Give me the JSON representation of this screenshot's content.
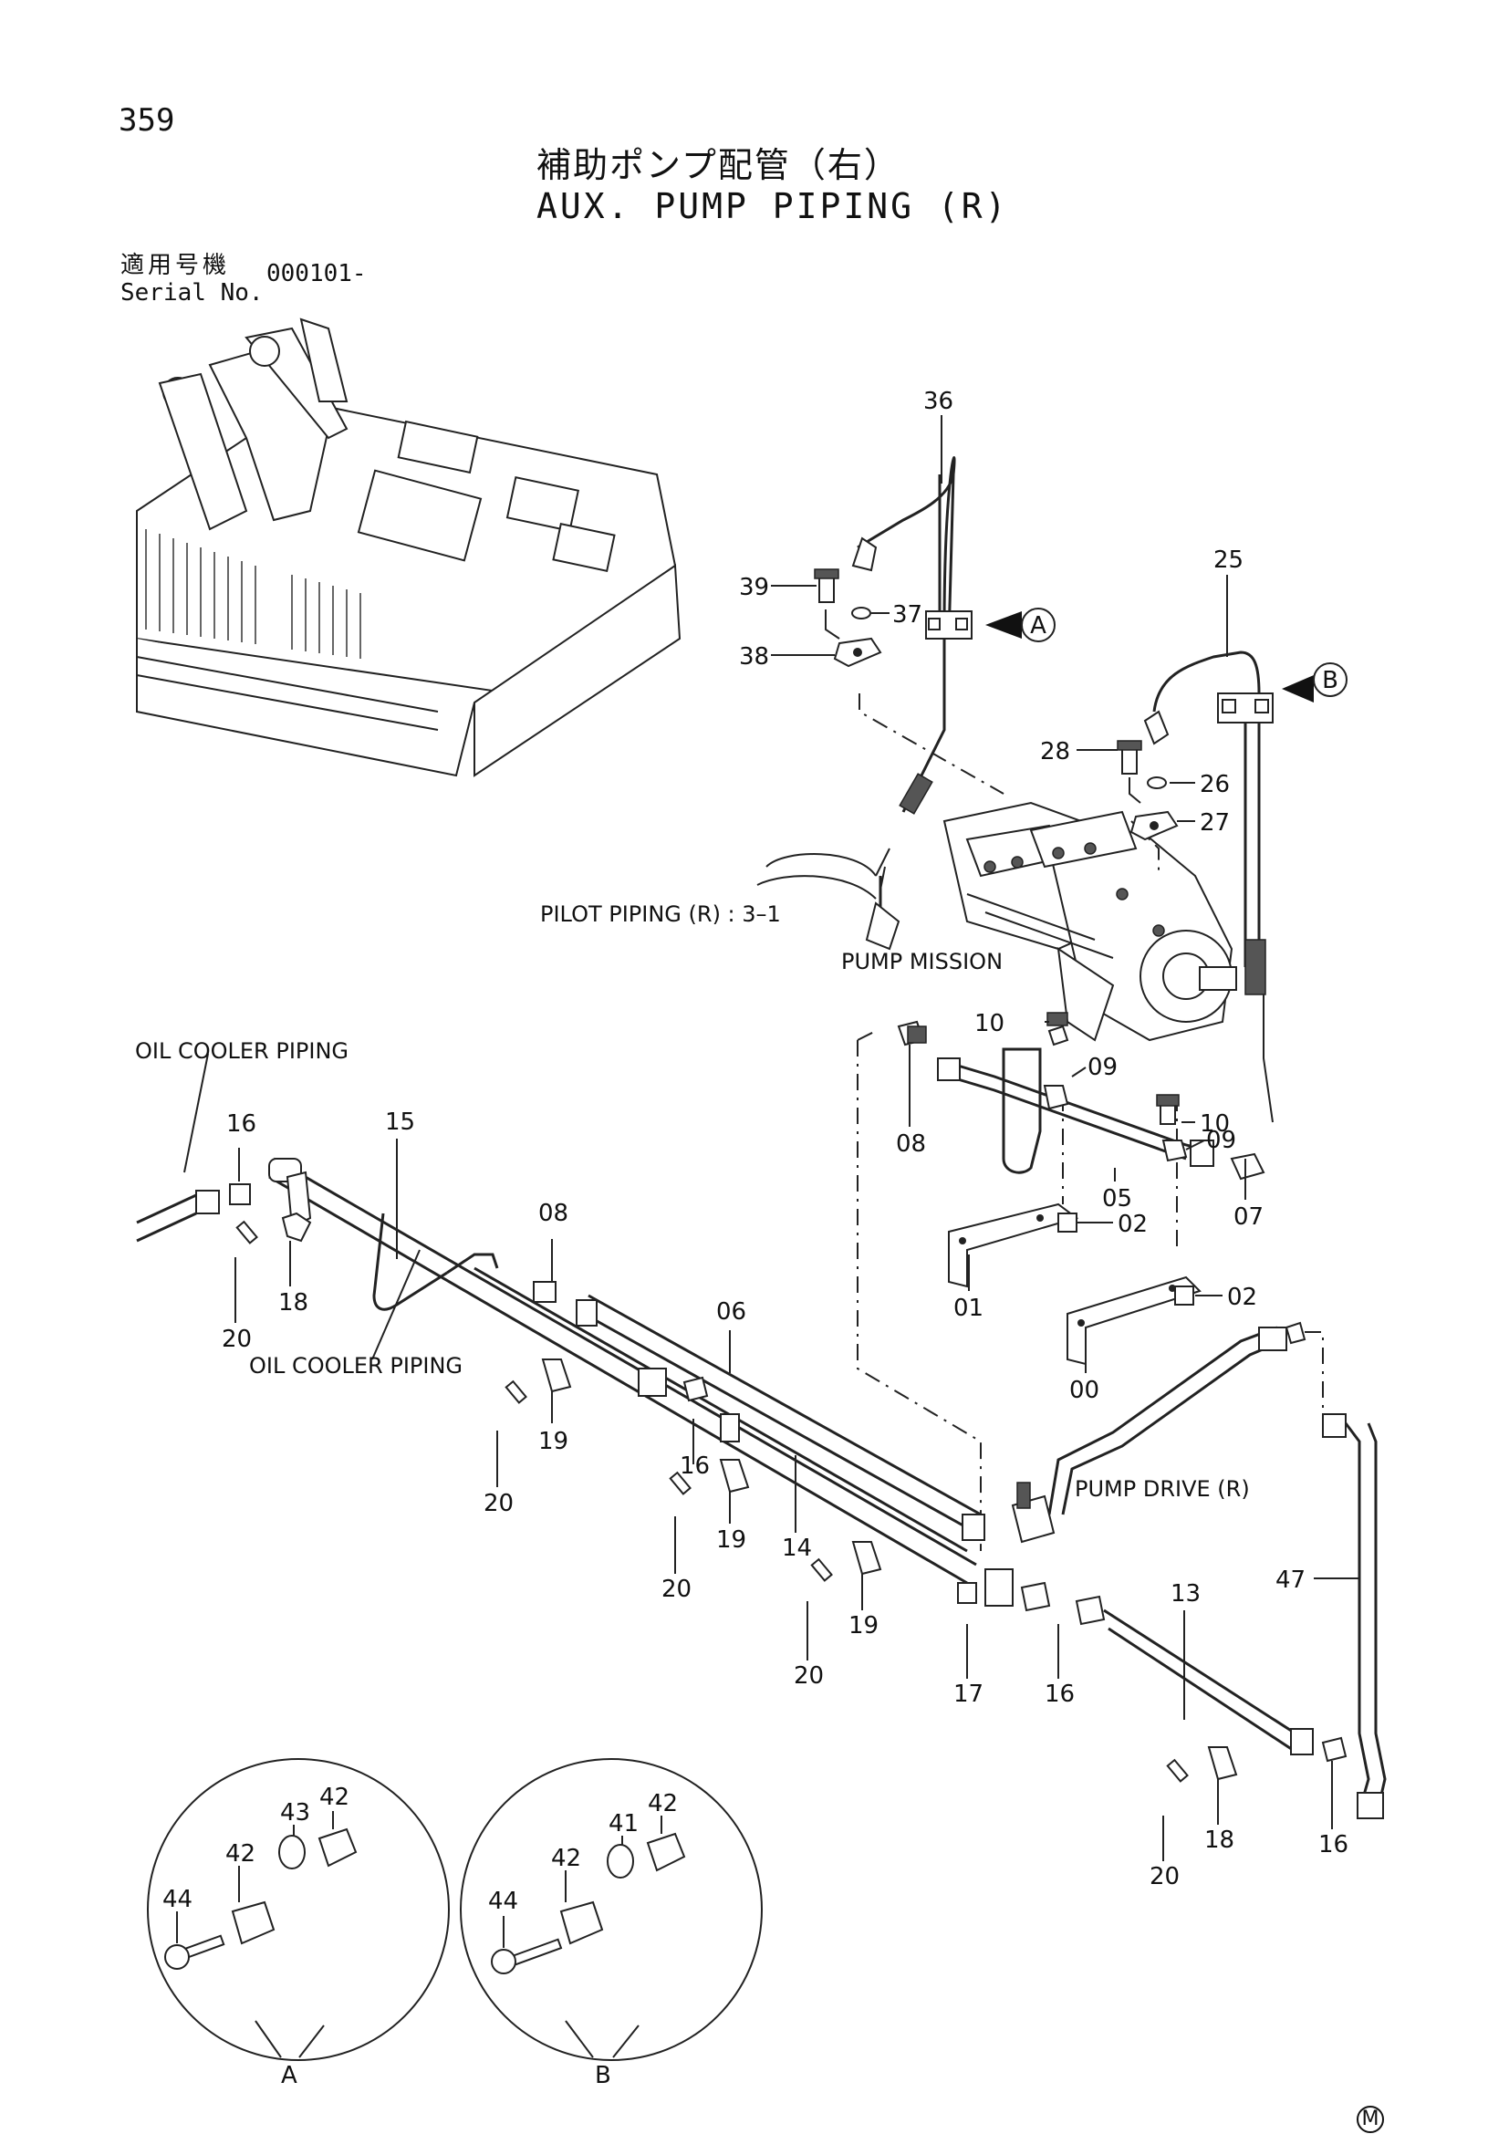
{
  "page": {
    "number": "359",
    "title_jp": "補助ポンプ配管（右）",
    "title_en": "AUX. PUMP PIPING (R)",
    "serial_label_jp": "適用号機",
    "serial_label_en": "Serial No.",
    "serial_value": "000101-",
    "corner_mark": "M"
  },
  "notes": {
    "pilot_piping": "PILOT PIPING (R) : 3–1",
    "pump_mission": "PUMP MISSION",
    "oil_cooler_top": "OIL COOLER PIPING",
    "oil_cooler_bottom": "OIL COOLER PIPING",
    "pump_drive": "PUMP DRIVE (R)"
  },
  "callouts": [
    {
      "id": "c36",
      "label": "36"
    },
    {
      "id": "c39",
      "label": "39"
    },
    {
      "id": "c37",
      "label": "37"
    },
    {
      "id": "c38",
      "label": "38"
    },
    {
      "id": "c25",
      "label": "25"
    },
    {
      "id": "c28",
      "label": "28"
    },
    {
      "id": "c26",
      "label": "26"
    },
    {
      "id": "c27",
      "label": "27"
    },
    {
      "id": "c10a",
      "label": "10"
    },
    {
      "id": "c10b",
      "label": "10"
    },
    {
      "id": "c09a",
      "label": "09"
    },
    {
      "id": "c09b",
      "label": "09"
    },
    {
      "id": "c08a",
      "label": "08"
    },
    {
      "id": "c05",
      "label": "05"
    },
    {
      "id": "c07",
      "label": "07"
    },
    {
      "id": "c02a",
      "label": "02"
    },
    {
      "id": "c02b",
      "label": "02"
    },
    {
      "id": "c01",
      "label": "01"
    },
    {
      "id": "c00",
      "label": "00"
    },
    {
      "id": "c16a",
      "label": "16"
    },
    {
      "id": "c15",
      "label": "15"
    },
    {
      "id": "c18a",
      "label": "18"
    },
    {
      "id": "c20a",
      "label": "20"
    },
    {
      "id": "c08b",
      "label": "08"
    },
    {
      "id": "c06",
      "label": "06"
    },
    {
      "id": "c19a",
      "label": "19"
    },
    {
      "id": "c20b",
      "label": "20"
    },
    {
      "id": "c16b",
      "label": "16"
    },
    {
      "id": "c19b",
      "label": "19"
    },
    {
      "id": "c14",
      "label": "14"
    },
    {
      "id": "c20c",
      "label": "20"
    },
    {
      "id": "c19c",
      "label": "19"
    },
    {
      "id": "c20d",
      "label": "20"
    },
    {
      "id": "c17",
      "label": "17"
    },
    {
      "id": "c16c",
      "label": "16"
    },
    {
      "id": "c13",
      "label": "13"
    },
    {
      "id": "c47",
      "label": "47"
    },
    {
      "id": "c18b",
      "label": "18"
    },
    {
      "id": "c20e",
      "label": "20"
    },
    {
      "id": "c16d",
      "label": "16"
    },
    {
      "id": "dA44",
      "label": "44"
    },
    {
      "id": "dA42a",
      "label": "42"
    },
    {
      "id": "dA43",
      "label": "43"
    },
    {
      "id": "dA42b",
      "label": "42"
    },
    {
      "id": "dB44",
      "label": "44"
    },
    {
      "id": "dB42a",
      "label": "42"
    },
    {
      "id": "dB41",
      "label": "41"
    },
    {
      "id": "dB42b",
      "label": "42"
    }
  ],
  "markers": [
    {
      "id": "mA",
      "label": "A"
    },
    {
      "id": "mB",
      "label": "B"
    }
  ],
  "details": [
    {
      "id": "detailA",
      "label": "A"
    },
    {
      "id": "detailB",
      "label": "B"
    }
  ]
}
